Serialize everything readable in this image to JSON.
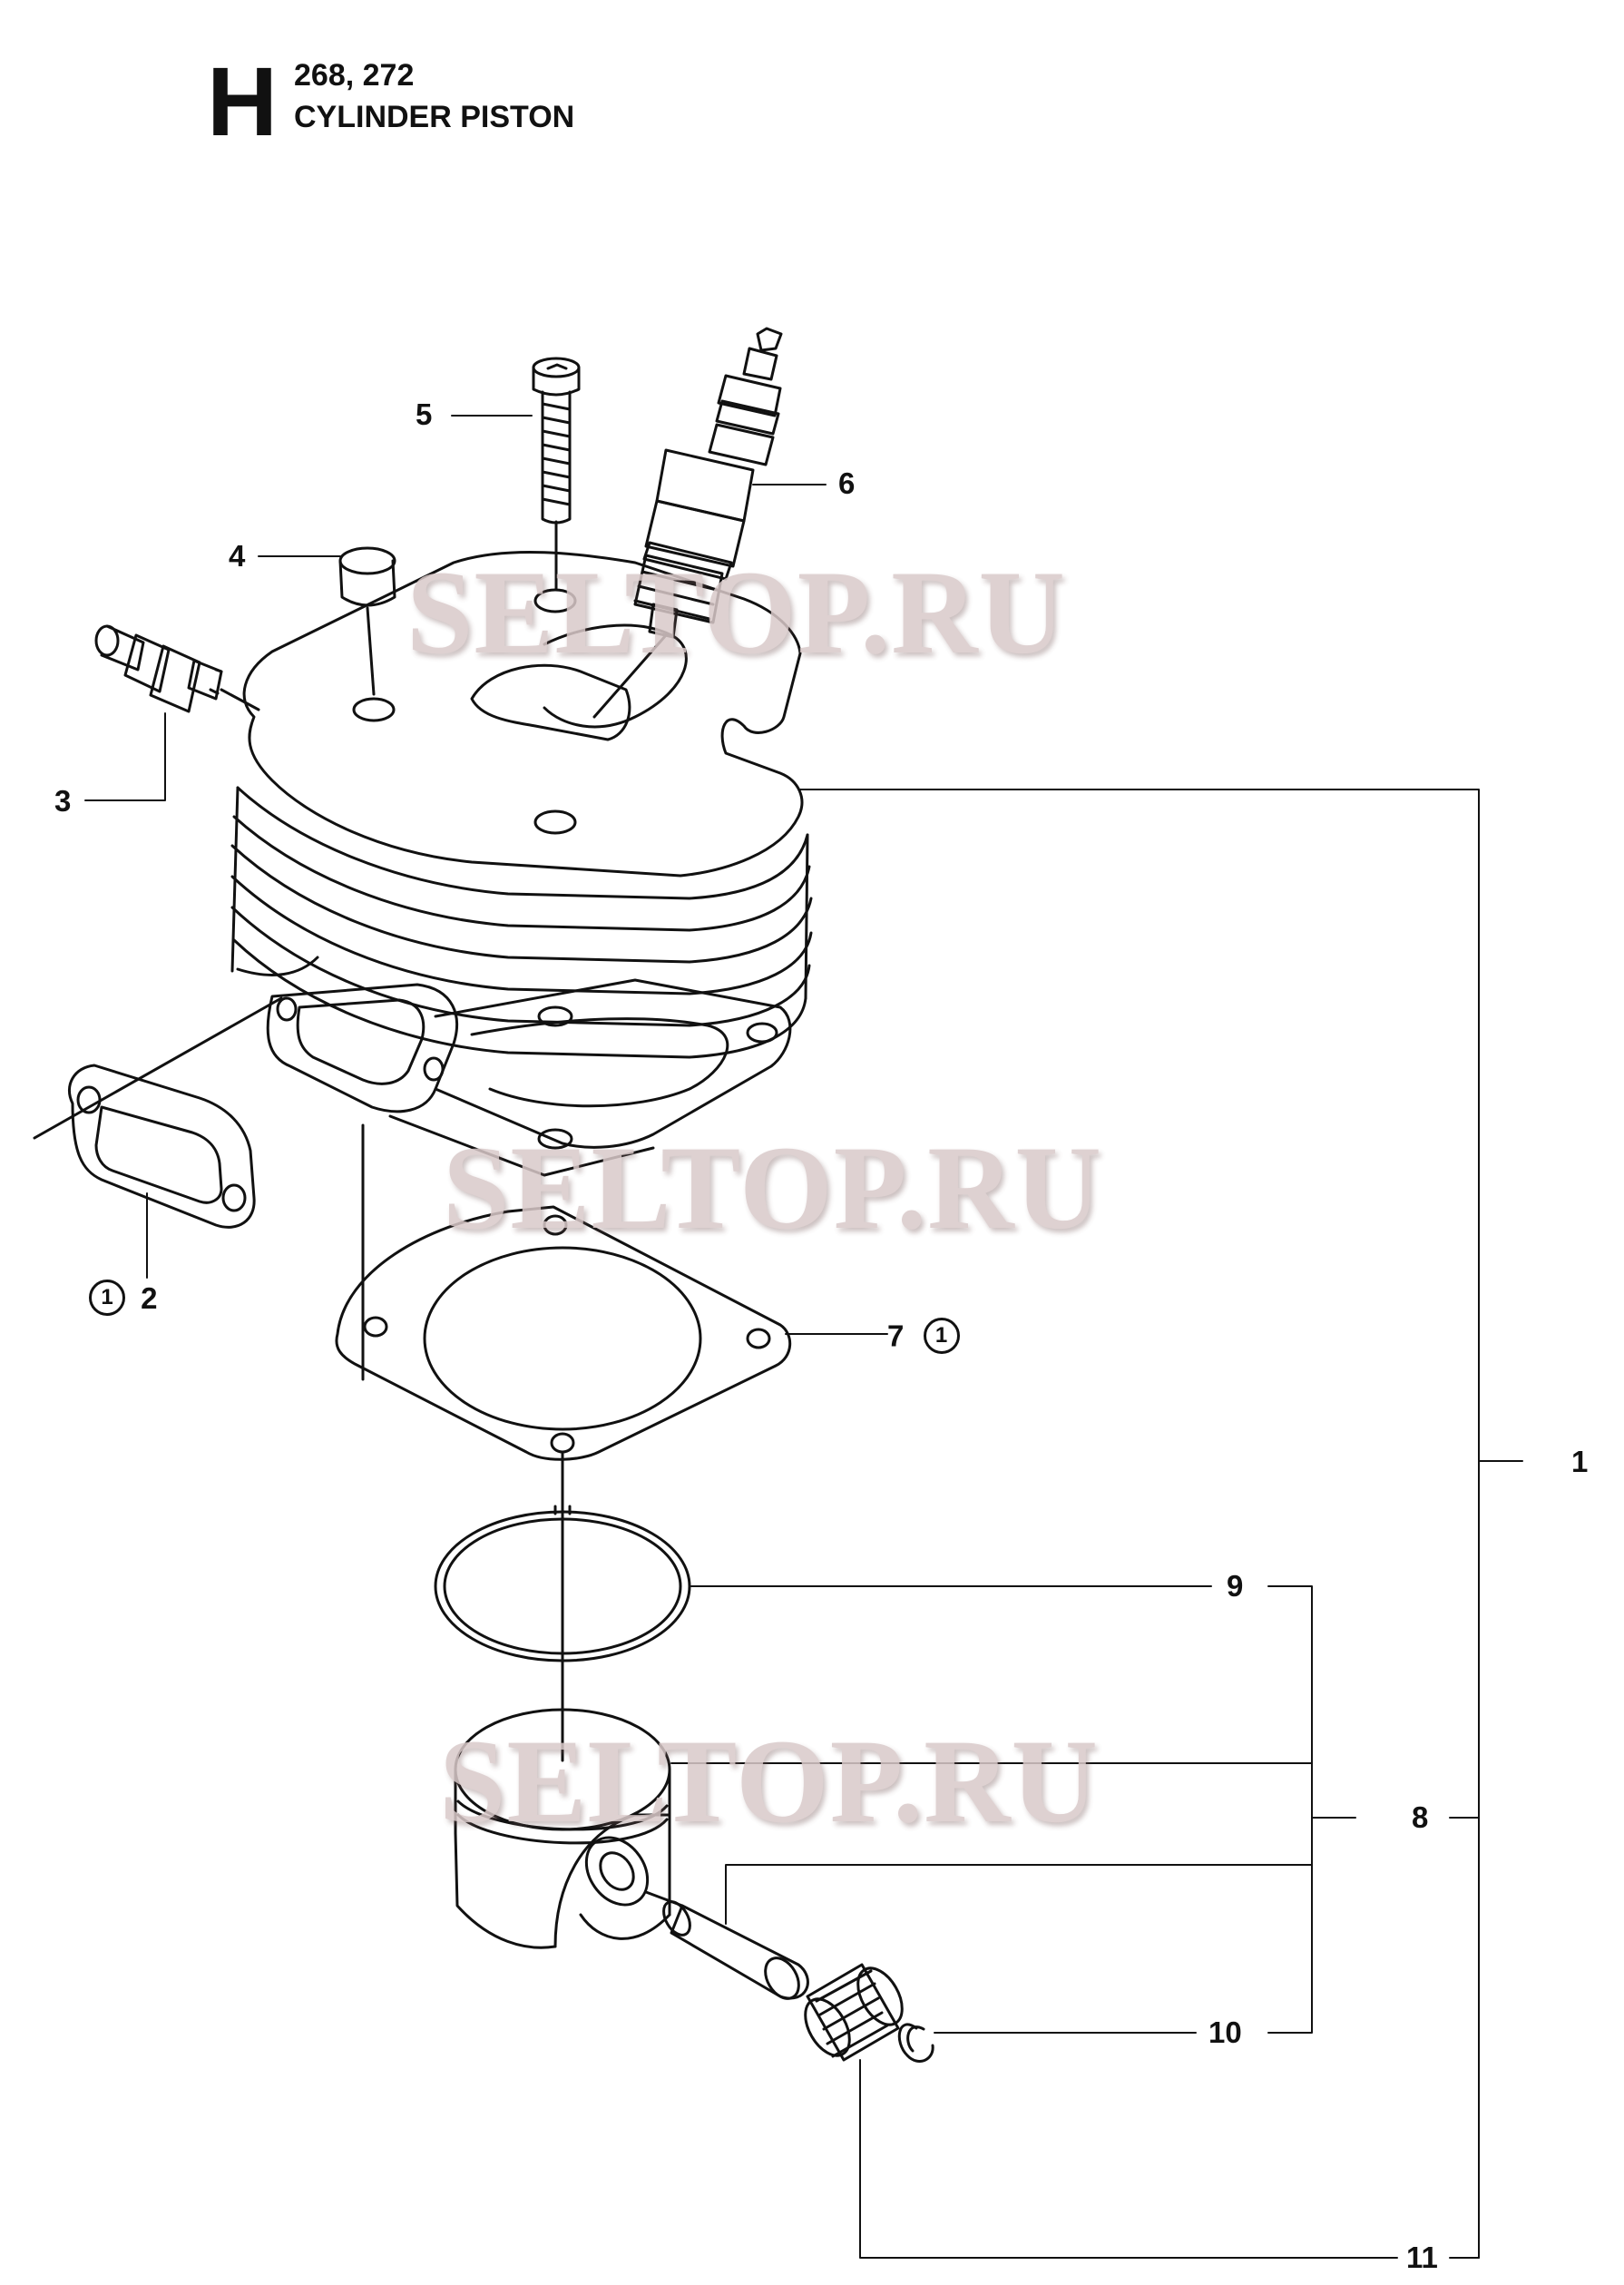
{
  "header": {
    "section_letter": "H",
    "models": "268, 272",
    "title": "CYLINDER PISTON"
  },
  "callouts": {
    "c1": "1",
    "c2": "2",
    "c3": "3",
    "c4": "4",
    "c5": "5",
    "c6": "6",
    "c7": "7",
    "c8": "8",
    "c9": "9",
    "c10": "10",
    "c11": "11",
    "kit_symbol": "1"
  },
  "watermarks": [
    "SELTOP.RU",
    "SELTOP.RU",
    "SELTOP.RU"
  ]
}
